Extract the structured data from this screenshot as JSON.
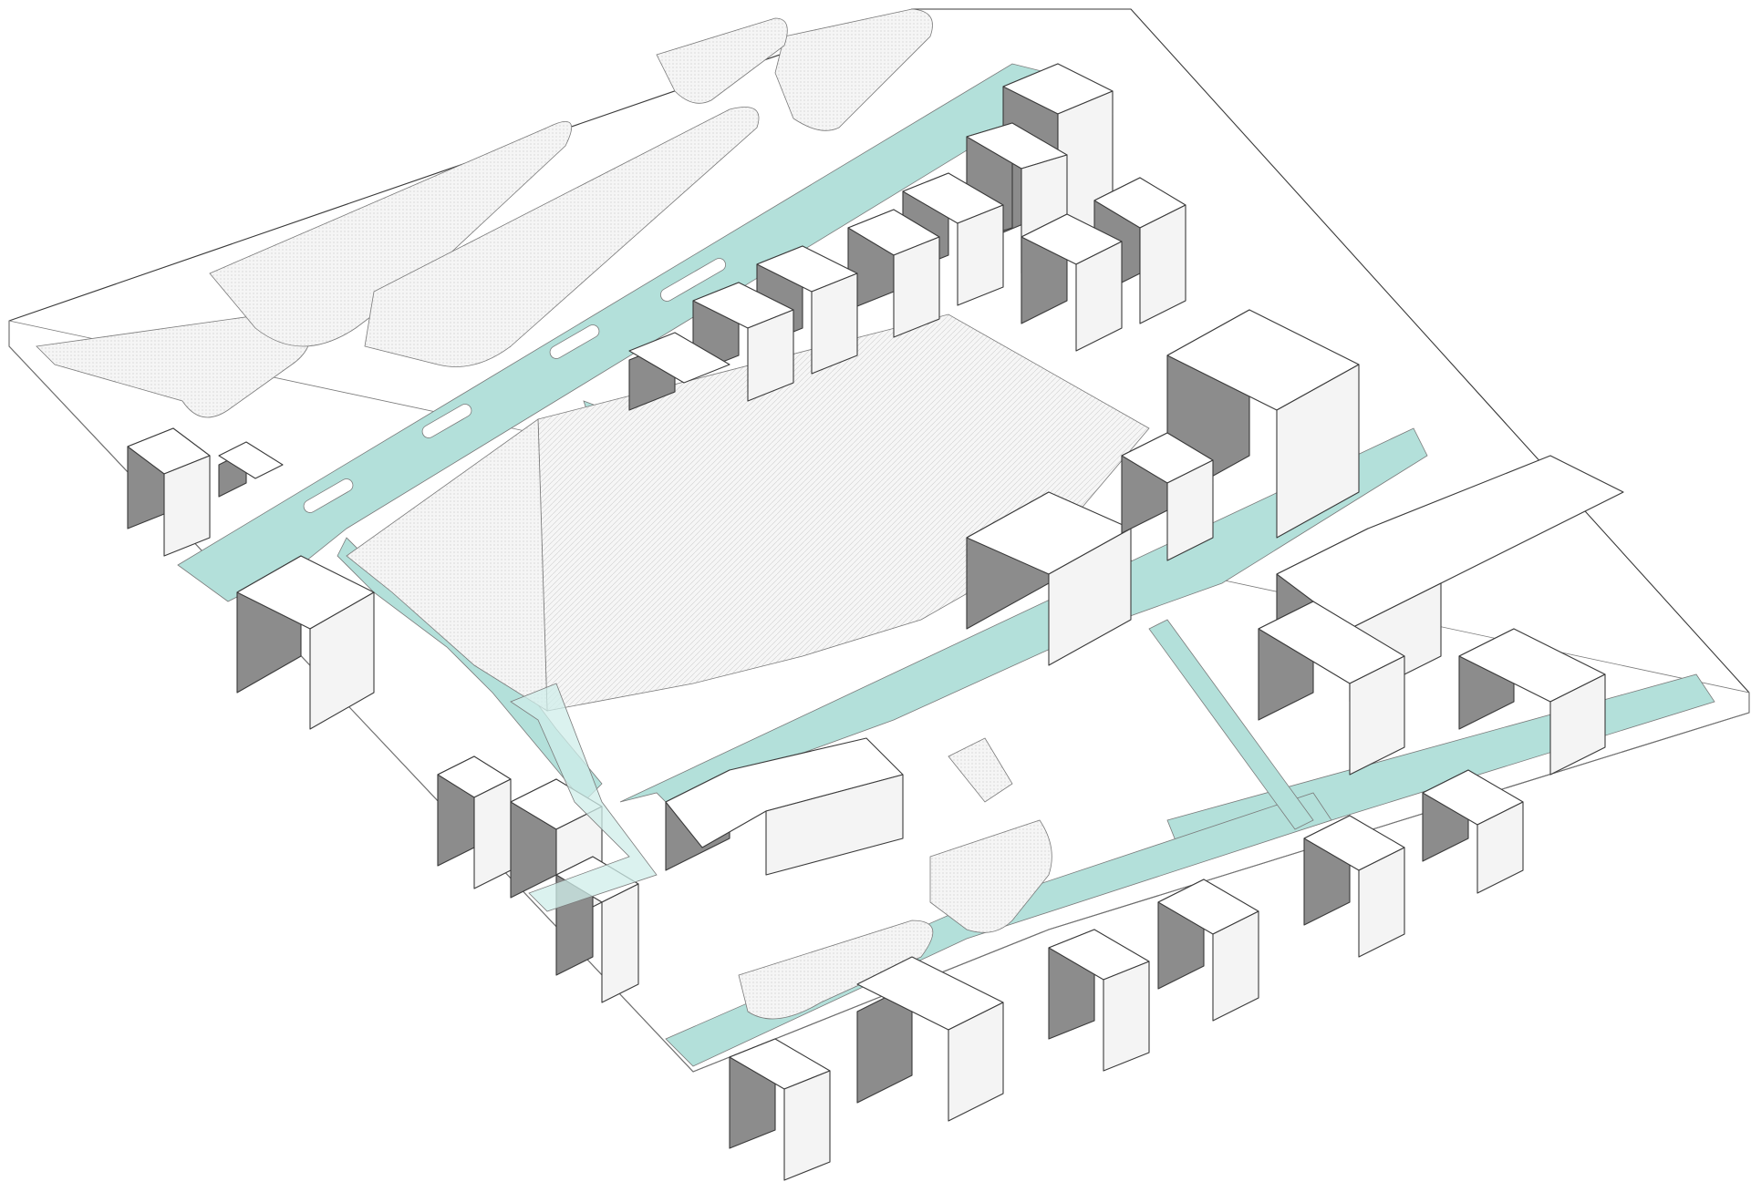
{
  "diagram": {
    "type": "axonometric site plan",
    "colors": {
      "background": "#ffffff",
      "site_ground": "#ffffff",
      "path_fill": "#b3e0da",
      "path_translucent": "#cfeeea",
      "plaza_hatch": "#e9e9e9",
      "building_roof": "#ffffff",
      "building_shade": "#8c8c8c",
      "building_side": "#f4f4f4",
      "outline": "#3a3a3a"
    },
    "elements": [
      "site-ground",
      "green-paths",
      "paved-plaza",
      "landscape-islands",
      "building-volumes",
      "pedestrian-bridge"
    ]
  }
}
